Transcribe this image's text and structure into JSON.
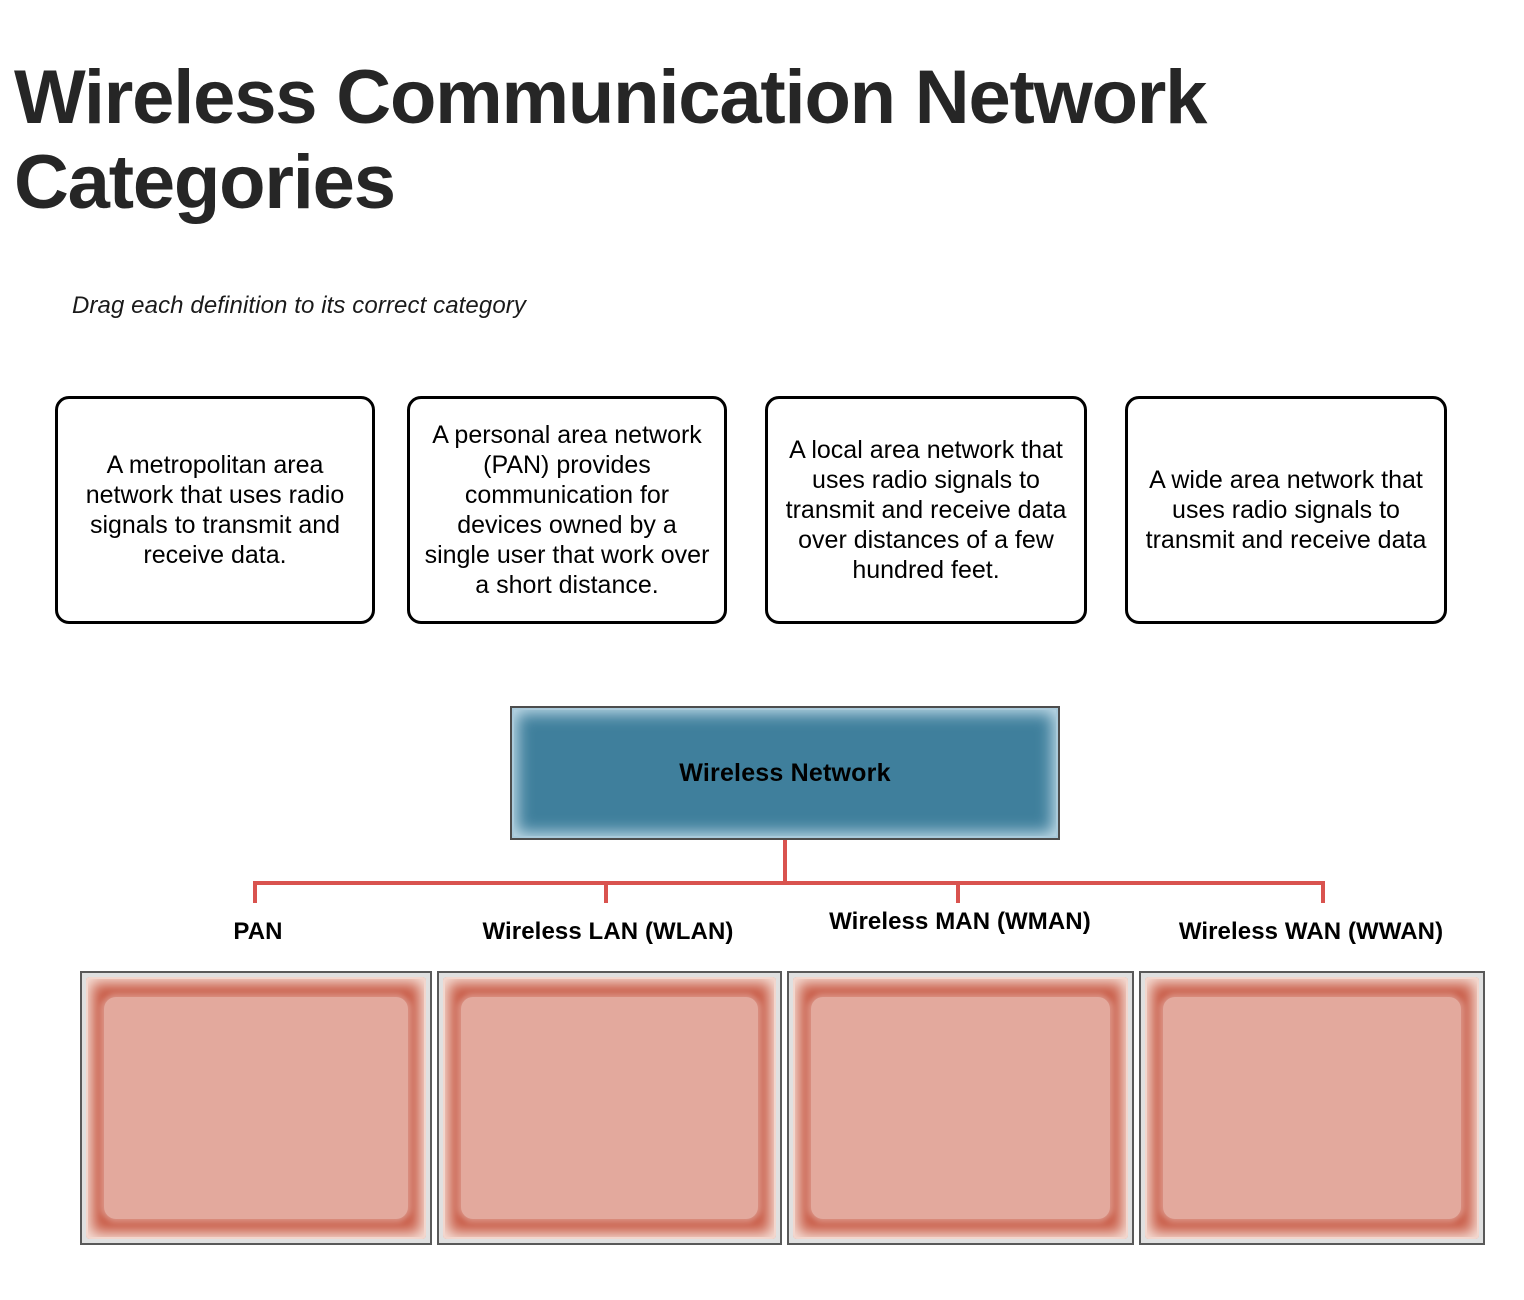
{
  "page": {
    "title": "Wireless Communication Network Categories",
    "instruction": "Drag each definition to its correct category",
    "background_color": "#ffffff"
  },
  "colors": {
    "title_text": "#262626",
    "root_node_fill": "#3f7f9c",
    "root_node_border": "#4d4d4d",
    "root_node_glow": "#c7dfeb",
    "connector_line": "#d9534f",
    "dropzone_border": "#595959",
    "dropzone_ring": "#c85a45",
    "dropzone_well": "#e3a99d",
    "card_border": "#000000"
  },
  "definitions": [
    {
      "id": "def-wman",
      "text": "A metropolitan area network that uses radio signals to transmit and receive data."
    },
    {
      "id": "def-pan",
      "text": "A personal area network (PAN) provides communication for devices owned by a single user that work over a short distance."
    },
    {
      "id": "def-wlan",
      "text": "A local area network that uses radio signals to transmit and receive data over distances of a few hundred feet."
    },
    {
      "id": "def-wwan",
      "text": "A wide area network that uses radio signals to transmit and receive data"
    }
  ],
  "diagram": {
    "root": {
      "label": "Wireless Network"
    },
    "categories": [
      {
        "id": "cat-pan",
        "label": "PAN"
      },
      {
        "id": "cat-wlan",
        "label": "Wireless LAN (WLAN)"
      },
      {
        "id": "cat-wman",
        "label": "Wireless MAN (WMAN)"
      },
      {
        "id": "cat-wwan",
        "label": "Wireless WAN (WWAN)"
      }
    ],
    "dropzones": [
      {
        "id": "dropzone-pan",
        "content": ""
      },
      {
        "id": "dropzone-wlan",
        "content": ""
      },
      {
        "id": "dropzone-wman",
        "content": ""
      },
      {
        "id": "dropzone-wwan",
        "content": ""
      }
    ]
  }
}
